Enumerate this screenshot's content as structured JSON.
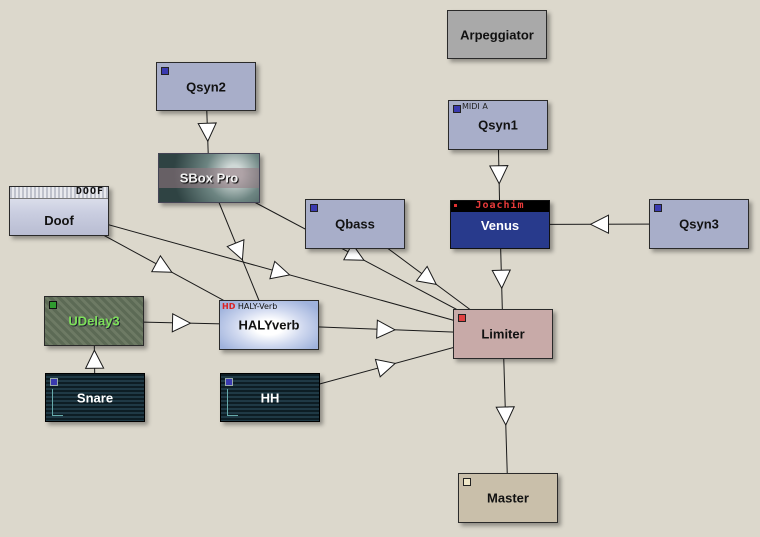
{
  "nodes": {
    "arpeggiator": {
      "label": "Arpeggiator"
    },
    "qsyn2": {
      "label": "Qsyn2"
    },
    "sbox": {
      "label": "SBox Pro"
    },
    "qsyn1": {
      "label": "Qsyn1",
      "port_label": "MIDI A"
    },
    "doof": {
      "label": "Doof",
      "brand": "DOOF"
    },
    "qbass": {
      "label": "Qbass"
    },
    "venus": {
      "label": "Venus",
      "banner": "Joachim"
    },
    "qsyn3": {
      "label": "Qsyn3"
    },
    "udelay": {
      "label": "UDelay3"
    },
    "haly": {
      "label": "HALYverb",
      "hd": "HD",
      "header": "HALY-Verb"
    },
    "limiter": {
      "label": "Limiter"
    },
    "snare": {
      "label": "Snare"
    },
    "hh": {
      "label": "HH"
    },
    "master": {
      "label": "Master"
    }
  },
  "connections": [
    {
      "from": "qsyn2",
      "to": "sbox"
    },
    {
      "from": "qsyn1",
      "to": "venus"
    },
    {
      "from": "qsyn3",
      "to": "venus"
    },
    {
      "from": "sbox",
      "to": "haly"
    },
    {
      "from": "sbox",
      "to": "limiter"
    },
    {
      "from": "doof",
      "to": "haly"
    },
    {
      "from": "doof",
      "to": "limiter"
    },
    {
      "from": "qbass",
      "to": "limiter"
    },
    {
      "from": "venus",
      "to": "limiter"
    },
    {
      "from": "snare",
      "to": "udelay"
    },
    {
      "from": "udelay",
      "to": "haly"
    },
    {
      "from": "haly",
      "to": "limiter"
    },
    {
      "from": "hh",
      "to": "limiter"
    },
    {
      "from": "limiter",
      "to": "master"
    }
  ],
  "colors": {
    "background": "#dcd8cc",
    "synth_node": "#a8aec9",
    "limiter": "#c8aaa8",
    "master": "#c9bfaa",
    "venus": "#283a8c"
  }
}
